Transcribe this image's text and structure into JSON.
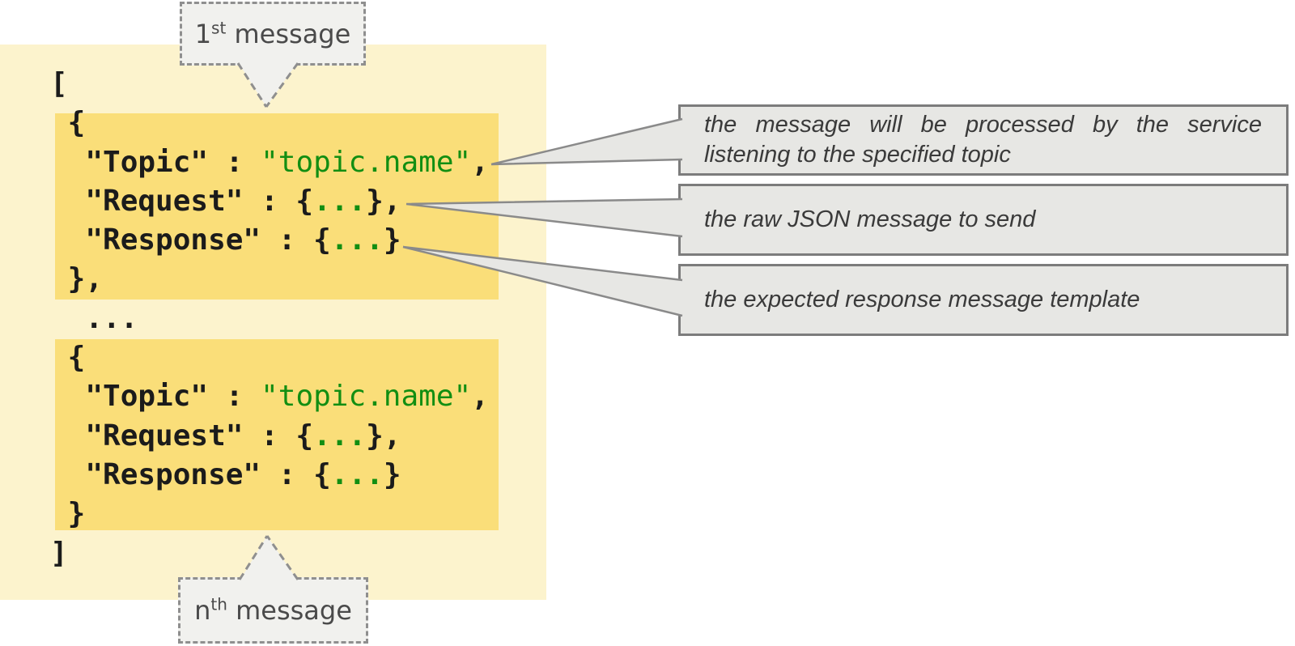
{
  "colors": {
    "page_bg": "#FFFFFF",
    "panel_bg": "#FCF3CD",
    "highlight_bg": "#FADE79",
    "code_text": "#1B1B1B",
    "code_green": "#128E12",
    "note_bg": "#E7E7E4",
    "note_border": "#7C7C7C",
    "note_text": "#3A3A3A",
    "callout_bg": "#F1F1EE",
    "callout_border": "#8F8F8F",
    "callout_text": "#4A4A4A",
    "connector_stroke": "#8A8A8A"
  },
  "panel": {
    "code_lines": [
      [
        {
          "t": "[",
          "c": "k"
        }
      ],
      [
        {
          "t": " {",
          "c": "k"
        }
      ],
      [
        {
          "t": "  \"Topic\" : ",
          "c": "k"
        },
        {
          "t": "\"topic.name\"",
          "c": "g"
        },
        {
          "t": ",",
          "c": "k"
        }
      ],
      [
        {
          "t": "  \"Request\" : {",
          "c": "k"
        },
        {
          "t": "...",
          "c": "gb"
        },
        {
          "t": "},",
          "c": "k"
        }
      ],
      [
        {
          "t": "  \"Response\" : {",
          "c": "k"
        },
        {
          "t": "...",
          "c": "gb"
        },
        {
          "t": "}",
          "c": "k"
        }
      ],
      [
        {
          "t": " },",
          "c": "k"
        }
      ],
      [
        {
          "t": "  ...",
          "c": "k"
        }
      ],
      [
        {
          "t": " {",
          "c": "k"
        }
      ],
      [
        {
          "t": "  \"Topic\" : ",
          "c": "k"
        },
        {
          "t": "\"topic.name\"",
          "c": "g"
        },
        {
          "t": ",",
          "c": "k"
        }
      ],
      [
        {
          "t": "  \"Request\" : {",
          "c": "k"
        },
        {
          "t": "...",
          "c": "gb"
        },
        {
          "t": "},",
          "c": "k"
        }
      ],
      [
        {
          "t": "  \"Response\" : {",
          "c": "k"
        },
        {
          "t": "...",
          "c": "gb"
        },
        {
          "t": "}",
          "c": "k"
        }
      ],
      [
        {
          "t": " }",
          "c": "k"
        }
      ],
      [
        {
          "t": "]",
          "c": "k"
        }
      ]
    ]
  },
  "callouts": {
    "first": {
      "base": "1",
      "sup": "st",
      "rest": " message"
    },
    "nth": {
      "base": "n",
      "sup": "th",
      "rest": " message"
    }
  },
  "annotations": [
    {
      "lines": [
        "the message will be processed by the service",
        "listening to the specified topic"
      ]
    },
    {
      "lines": [
        "the raw JSON message to send"
      ]
    },
    {
      "lines": [
        "the expected response message template"
      ]
    }
  ]
}
